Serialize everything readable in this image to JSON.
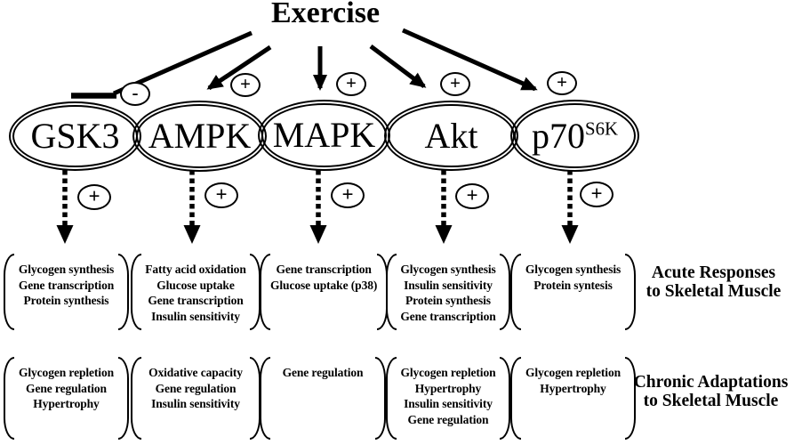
{
  "title": "Exercise",
  "colors": {
    "ink": "#000000",
    "background": "#ffffff"
  },
  "row_labels": {
    "acute": "Acute Responses\nto Skeletal Muscle",
    "chronic": "Chronic Adaptations\nto Skeletal Muscle"
  },
  "pathways": [
    {
      "name": "GSK3",
      "sup": "",
      "exercise_sign": "-",
      "downstream_sign": "+",
      "acute_responses": [
        "Glycogen synthesis",
        "Gene transcription",
        "Protein synthesis"
      ],
      "chronic_adaptations": [
        "Glycogen repletion",
        "Gene regulation",
        "Hypertrophy"
      ]
    },
    {
      "name": "AMPK",
      "sup": "",
      "exercise_sign": "+",
      "downstream_sign": "+",
      "acute_responses": [
        "Fatty acid oxidation",
        "Glucose uptake",
        "Gene transcription",
        "Insulin sensitivity"
      ],
      "chronic_adaptations": [
        "Oxidative capacity",
        "Gene regulation",
        "Insulin sensitivity"
      ]
    },
    {
      "name": "MAPK",
      "sup": "",
      "exercise_sign": "+",
      "downstream_sign": "+",
      "acute_responses": [
        "Gene transcription",
        "Glucose uptake (p38)"
      ],
      "chronic_adaptations": [
        "Gene regulation"
      ]
    },
    {
      "name": "Akt",
      "sup": "",
      "exercise_sign": "+",
      "downstream_sign": "+",
      "acute_responses": [
        "Glycogen synthesis",
        "Insulin sensitivity",
        "Protein synthesis",
        "Gene transcription"
      ],
      "chronic_adaptations": [
        "Glycogen repletion",
        "Hypertrophy",
        "Insulin sensitivity",
        "Gene regulation"
      ]
    },
    {
      "name": "p70",
      "sup": "S6K",
      "exercise_sign": "+",
      "downstream_sign": "+",
      "acute_responses": [
        "Glycogen synthesis",
        "Protein syntesis"
      ],
      "chronic_adaptations": [
        "Glycogen repletion",
        "Hypertrophy"
      ]
    }
  ]
}
